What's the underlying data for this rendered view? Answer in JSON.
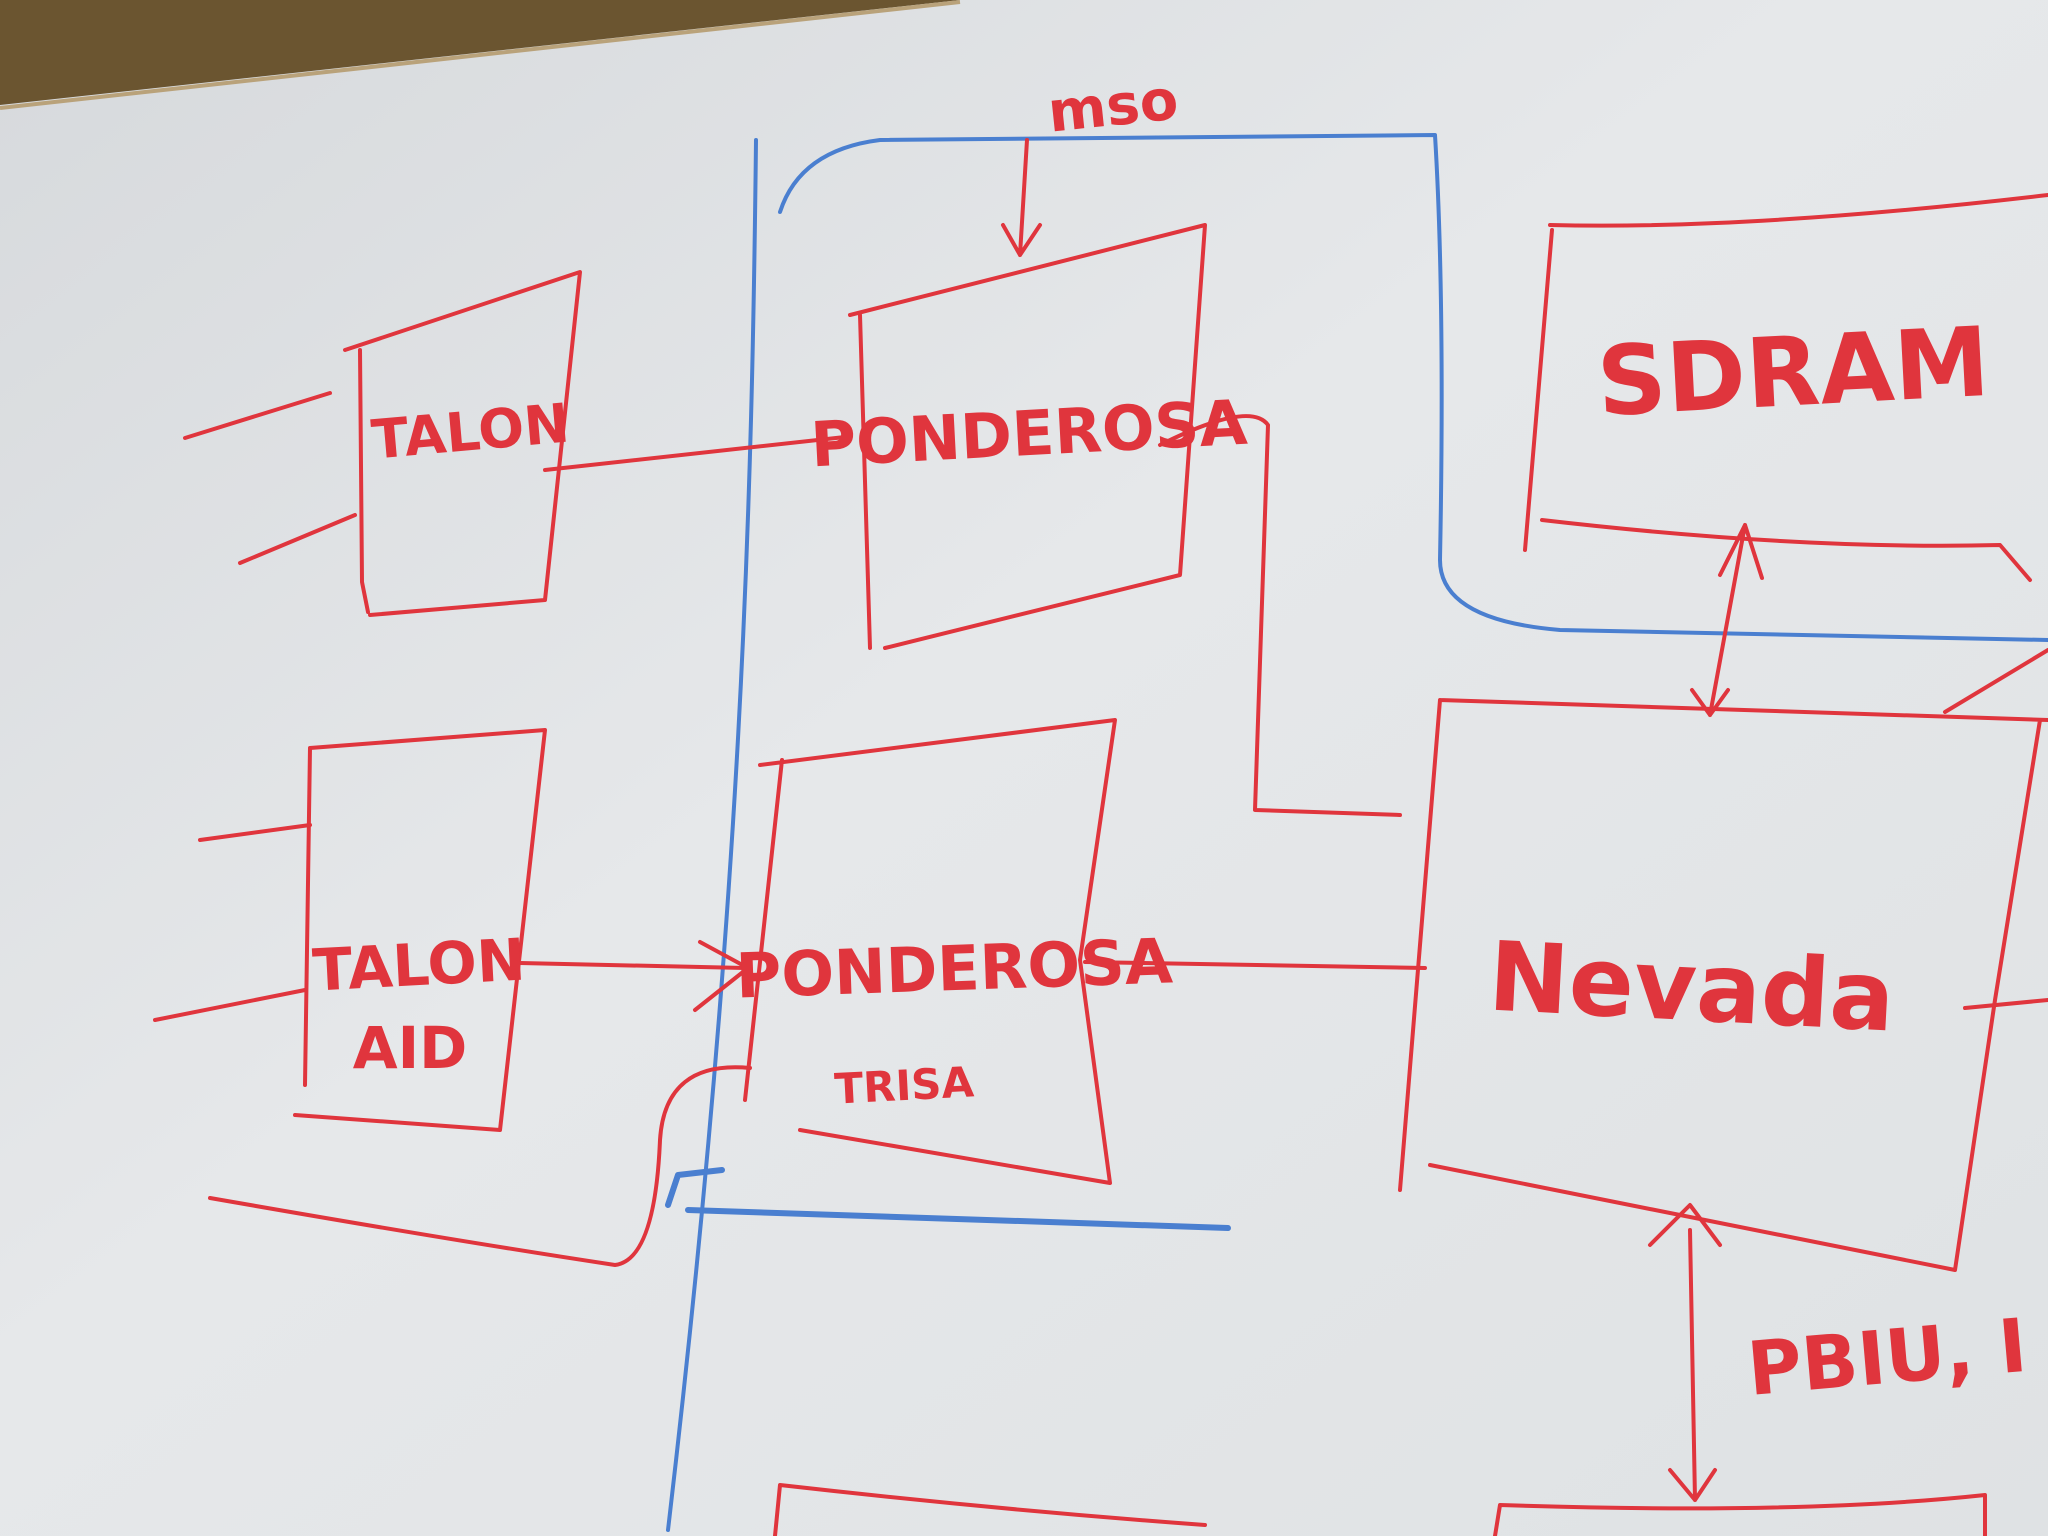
{
  "colors": {
    "board": "#e6e8ea",
    "frame": "#6b5530",
    "red_marker": "#e0353d",
    "blue_marker": "#4a7fd0"
  },
  "blocks": {
    "talon": "TALON",
    "talon_aid_line1": "TALON",
    "talon_aid_line2": "AID",
    "ponderosa_top": "PONDEROSA",
    "ponderosa_bottom": "PONDEROSA",
    "trisa": "TRISA",
    "sdram": "SDRAM",
    "nevada": "Nevada"
  },
  "annotations": {
    "mso": "mso",
    "pbiu": "PBIU, I"
  }
}
